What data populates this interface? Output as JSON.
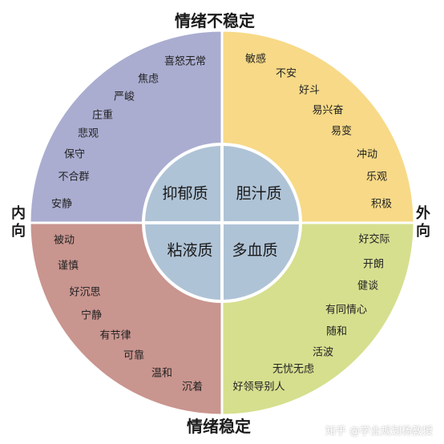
{
  "axes": {
    "top": "情绪不稳定",
    "bottom": "情绪稳定",
    "left": "内向",
    "right": "外向"
  },
  "colors": {
    "upper_left": "#aaadd0",
    "upper_right": "#f7d987",
    "lower_left": "#c9958f",
    "lower_right": "#d6df8e",
    "center": "#afc3d6",
    "outline": "#ffffff"
  },
  "temperaments": [
    {
      "quadrant": "upper_left",
      "label": "抑郁质"
    },
    {
      "quadrant": "upper_right",
      "label": "胆汁质"
    },
    {
      "quadrant": "lower_left",
      "label": "粘液质"
    },
    {
      "quadrant": "lower_right",
      "label": "多血质"
    }
  ],
  "quadrant_traits": {
    "upper_left": [
      "喜怒无常",
      "焦虑",
      "严峻",
      "庄重",
      "悲观",
      "保守",
      "不合群",
      "安静"
    ],
    "upper_right": [
      "敏感",
      "不安",
      "好斗",
      "易兴奋",
      "易变",
      "冲动",
      "乐观",
      "积极"
    ],
    "lower_left": [
      "被动",
      "谨慎",
      "好沉思",
      "宁静",
      "有节律",
      "可靠",
      "温和",
      "沉着"
    ],
    "lower_right": [
      "好交际",
      "开朗",
      "健谈",
      "有同情心",
      "随和",
      "活波",
      "无忧无虑",
      "好领导别人"
    ]
  },
  "watermark": "知乎 @学业规划杨教授"
}
